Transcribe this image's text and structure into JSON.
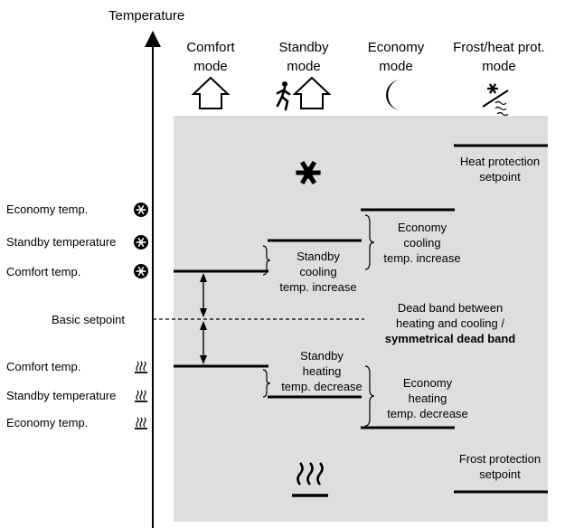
{
  "axis": {
    "label": "Temperature"
  },
  "modes": [
    {
      "line1": "Comfort",
      "line2": "mode",
      "icon": "house-icon"
    },
    {
      "line1": "Standby",
      "line2": "mode",
      "icon": "running-person-house-icon"
    },
    {
      "line1": "Economy",
      "line2": "mode",
      "icon": "crescent-moon-icon"
    },
    {
      "line1": "Frost/heat prot.",
      "line2": "mode",
      "icon": "snowflake-frost-heat-icon"
    }
  ],
  "left_labels": {
    "economy_cool": "Economy temp.",
    "standby_cool": "Standby temperature",
    "comfort_cool": "Comfort temp.",
    "basic": "Basic setpoint",
    "comfort_heat": "Comfort temp.",
    "standby_heat": "Standby temperature",
    "economy_heat": "Economy temp."
  },
  "annotations": {
    "heat_protection": [
      "Heat protection",
      "setpoint"
    ],
    "economy_cooling": [
      "Economy",
      "cooling",
      "temp. increase"
    ],
    "standby_cooling": [
      "Standby",
      "cooling",
      "temp. increase"
    ],
    "dead_band": [
      "Dead band between",
      "heating and cooling /"
    ],
    "dead_band_bold": "symmetrical dead band",
    "standby_heating": [
      "Standby",
      "heating",
      "temp. decrease"
    ],
    "economy_heating": [
      "Economy",
      "heating",
      "temp. decrease"
    ],
    "frost_protection": [
      "Frost protection",
      "setpoint"
    ]
  },
  "colors": {
    "band": "#dedede",
    "line": "#000000",
    "background": "#ffffff"
  },
  "icons": {
    "cooling": "snowflake-icon",
    "heating": "heating-waves-icon"
  }
}
